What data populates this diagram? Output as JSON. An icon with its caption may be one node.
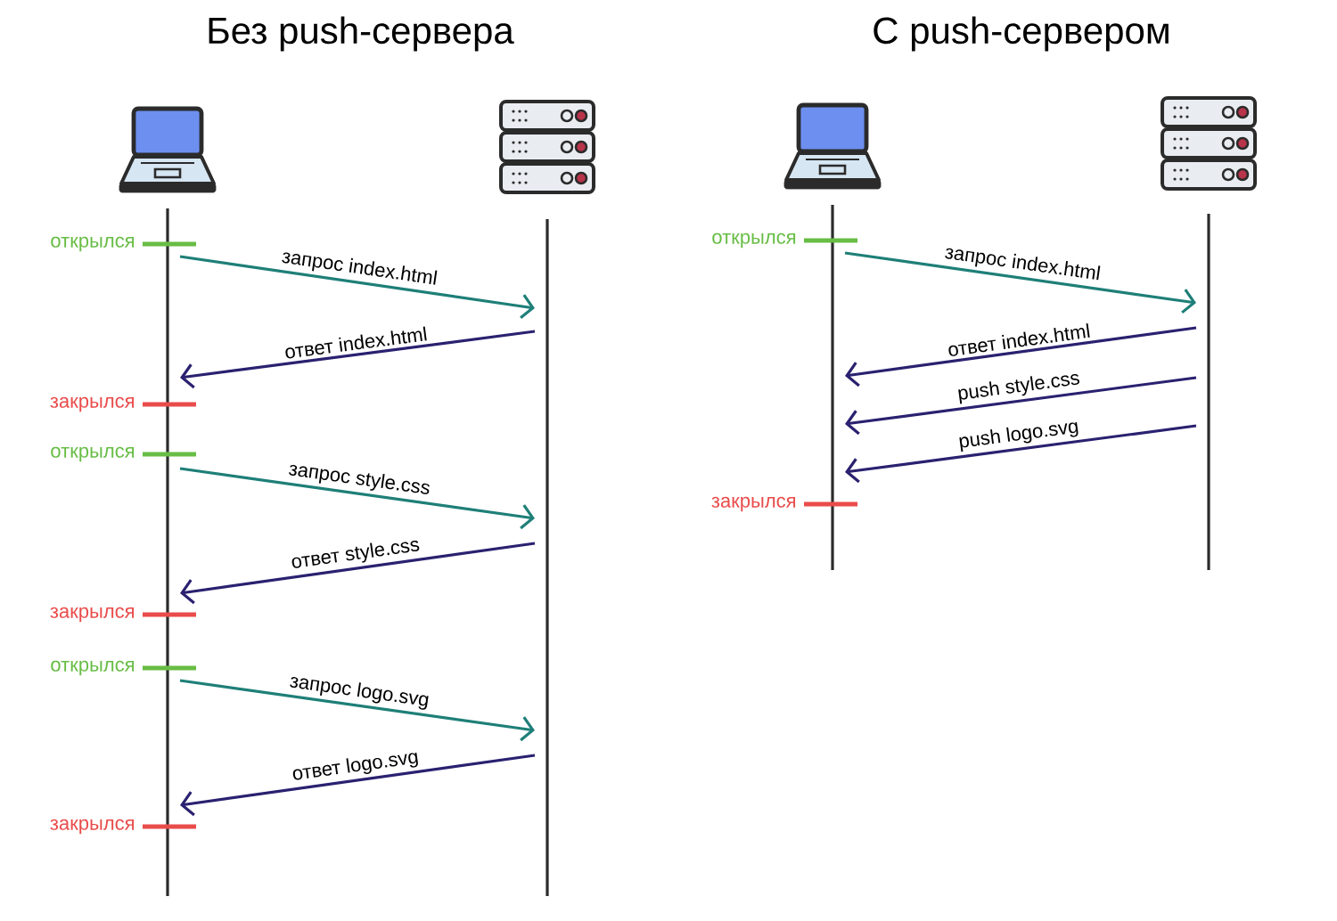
{
  "diagram": {
    "nodes": [
      {
        "text": [],
        "shape": "picture"
      },
      {
        "text": [],
        "shape": "picture"
      },
      {
        "text": [],
        "shape": "picture"
      },
      {
        "text": [],
        "shape": "picture"
      }
    ],
    "edges": [
      {
        "from": 0,
        "to": 1,
        "arrow": "to",
        "label": "запрос index.html",
        "color": "#1e7f78"
      },
      {
        "from": 1,
        "to": 0,
        "arrow": "to",
        "label": "ответ index.html"
      },
      {
        "from": 0,
        "to": 1,
        "arrow": "to",
        "label": "запрос style.css",
        "color": "#1e7f78"
      },
      {
        "from": 1,
        "to": 0,
        "arrow": "to",
        "label": "ответ style.css"
      },
      {
        "from": 0,
        "to": 1,
        "arrow": "to",
        "label": "запрос logo.svg",
        "color": "#1e7f78"
      },
      {
        "from": 1,
        "to": 0,
        "arrow": "to",
        "label": "ответ logo.svg"
      },
      {
        "from": 2,
        "to": 3,
        "arrow": "to",
        "label": "запрос index.html",
        "color": "#1e7f78"
      },
      {
        "from": 3,
        "to": 2,
        "arrow": "to",
        "label": "ответ index.html"
      },
      {
        "from": 3,
        "to": 2,
        "arrow": "to",
        "label": "push style.css"
      },
      {
        "from": 3,
        "to": 2,
        "arrow": "to",
        "label": "push logo.svg"
      }
    ],
    "labels": [
      "Без push-сервера",
      "С push-сервером",
      "открылся",
      "закрылся",
      "открылся",
      "закрылся",
      "открылся",
      "закрылся",
      "открылся",
      "закрылся"
    ]
  }
}
